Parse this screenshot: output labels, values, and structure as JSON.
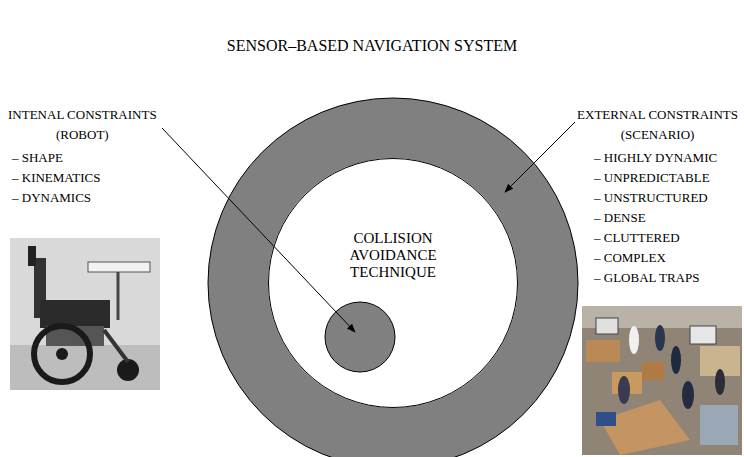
{
  "diagram": {
    "title": "SENSOR–BASED NAVIGATION SYSTEM",
    "nodes": [
      {
        "text": [
          "COLLISION AVOIDANCE TECHNIQUE"
        ]
      }
    ],
    "labels": [
      "INTENAL CONSTRAINTS",
      "(ROBOT)",
      "– SHAPE",
      "– KINEMATICS",
      "– DYNAMICS",
      "EXTERNAL CONSTRAINTS",
      "(SCENARIO)",
      "– HIGHLY DYNAMIC",
      "– UNPREDICTABLE",
      "– UNSTRUCTURED",
      "– DENSE",
      "– CLUTTERED",
      "– COMPLEX",
      "– GLOBAL TRAPS"
    ]
  }
}
